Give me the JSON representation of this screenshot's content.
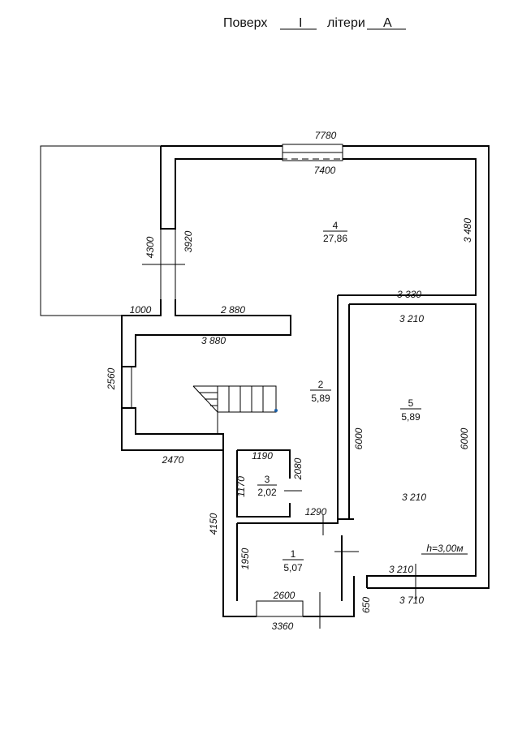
{
  "header": {
    "floor_label": "Поверх",
    "floor_value": "I",
    "letter_label": "літери",
    "letter_value": "А"
  },
  "rooms": [
    {
      "number": "4",
      "area": "27,86"
    },
    {
      "number": "2",
      "area": "5,89"
    },
    {
      "number": "5",
      "area": "5,89"
    },
    {
      "number": "3",
      "area": "2,02"
    },
    {
      "number": "1",
      "area": "5,07"
    }
  ],
  "dimensions": {
    "top_outer": "7780",
    "top_inner": "7400",
    "left_outer": "4300",
    "left_inner": "3920",
    "room4_right": "3 480",
    "porch_width": "1000",
    "hall_top": "2 880",
    "room5_top_outer": "3 330",
    "room5_top_inner": "3 210",
    "hall_bottom": "3 880",
    "hall_left": "2560",
    "room5_left": "6000",
    "room5_right": "6000",
    "room5_mid": "3 210",
    "hall_south": "2470",
    "room3_top": "1190",
    "room3_left": "1170",
    "room3_right": "2080",
    "room1_top": "1290",
    "west_wall": "4150",
    "room1_left": "1950",
    "room5_bottom_inner": "3 210",
    "room5_bottom_outer": "3 710",
    "room1_bottom_inner": "2600",
    "room1_bottom_outer": "3360",
    "bottom_offset": "650"
  },
  "ceiling_height": "h=3,00м"
}
